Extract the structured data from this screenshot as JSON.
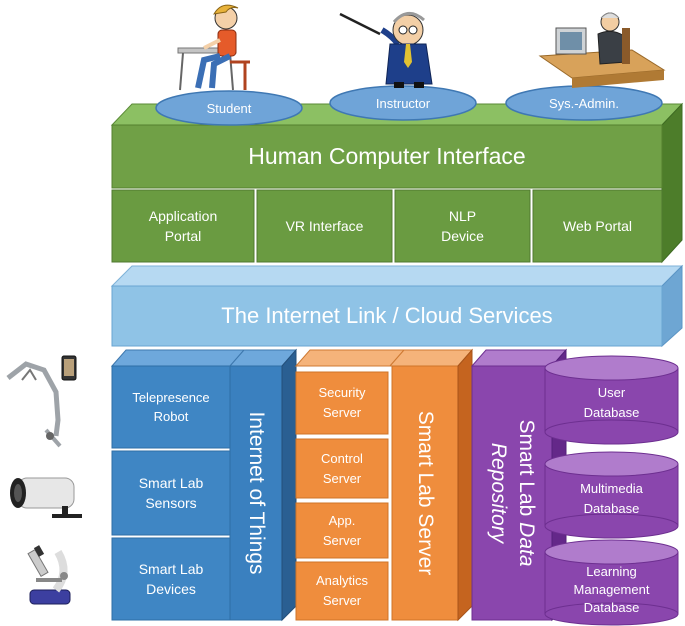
{
  "users": {
    "student": "Student",
    "instructor": "Instructor",
    "sysadmin": "Sys.-Admin."
  },
  "hci": {
    "title": "Human Computer Interface",
    "modules": [
      "Application\nPortal",
      "VR Interface",
      "NLP\nDevice",
      "Web Portal"
    ]
  },
  "cloud": {
    "title": "The Internet Link / Cloud Services"
  },
  "iot": {
    "title": "Internet of Things",
    "devices": [
      "Telepresence\nRobot",
      "Smart Lab\nSensors",
      "Smart Lab\nDevices"
    ]
  },
  "server": {
    "title": "Smart Lab Server",
    "modules": [
      "Security\nServer",
      "Control\nServer",
      "App.\nServer",
      "Analytics\nServer"
    ]
  },
  "repository": {
    "title_plain": "Smart Lab ",
    "title_italic": "Data",
    "title_line2": "Repository",
    "databases": [
      "User\nDatabase",
      "Multimedia\nDatabase",
      "Learning\nManagement\nDatabase"
    ]
  },
  "colors": {
    "green": "#70a046",
    "blue_light": "#8fc3e6",
    "blue": "#3f86c4",
    "orange": "#ef8d3d",
    "purple": "#8a46ad",
    "ellipse": "#6fa4d8"
  },
  "icons": [
    "student-figure-icon",
    "instructor-figure-icon",
    "sysadmin-figure-icon",
    "robot-icon",
    "camera-icon",
    "microscope-icon"
  ]
}
